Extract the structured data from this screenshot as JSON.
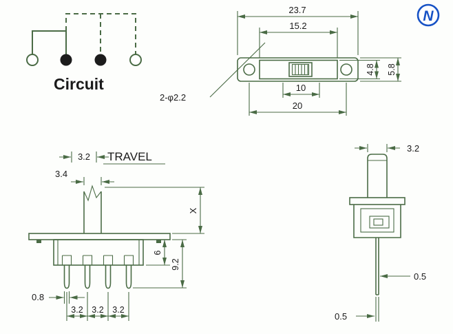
{
  "logo": {
    "letter": "N"
  },
  "circuit": {
    "label": "Circuit"
  },
  "top_view": {
    "hole_note": "2-φ2.2",
    "dims": {
      "overall_width": "23.7",
      "inner_width": "15.2",
      "slot_width": "10",
      "base_width": "20",
      "inner_height": "4.8",
      "outer_height": "5.8"
    }
  },
  "front_view": {
    "travel_label": "TRAVEL",
    "dims": {
      "travel": "3.2",
      "knob_width": "3.4",
      "height_x": "X",
      "body_height": "6",
      "total_height": "9.2",
      "pin_width": "0.8",
      "pin_pitch_1": "3.2",
      "pin_pitch_2": "3.2",
      "pin_pitch_3": "3.2"
    }
  },
  "side_view": {
    "dims": {
      "knob_thickness": "3.2",
      "pin_thickness": "0.5",
      "pin_tip": "0.5"
    }
  },
  "colors": {
    "line": "#4a6b45",
    "text": "#1a1a1a",
    "logo": "#1752c5",
    "background": "#fdfefc"
  }
}
